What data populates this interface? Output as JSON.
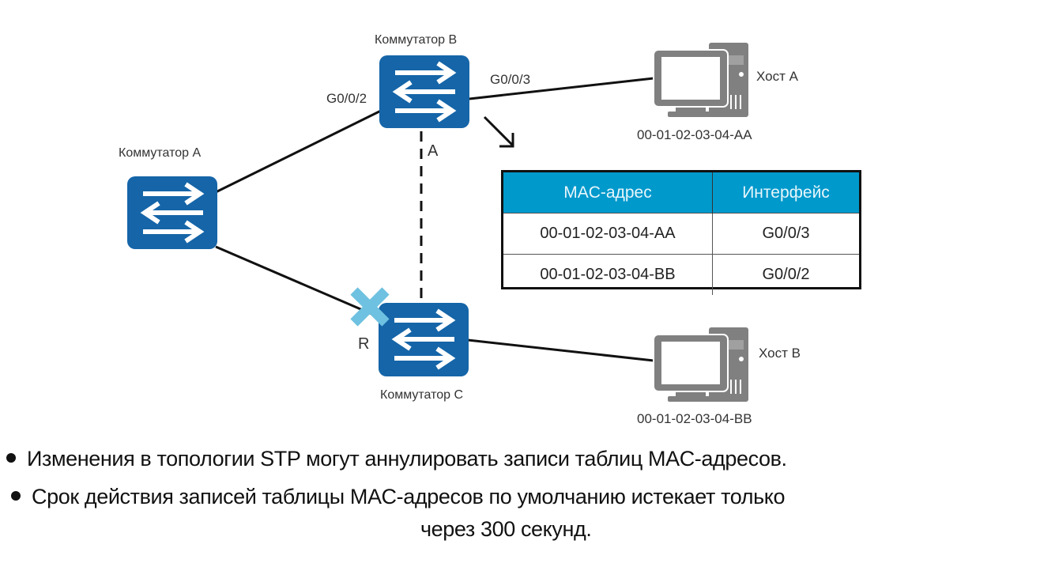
{
  "colors": {
    "switch_fill": "#1565a8",
    "host_gray": "#808080",
    "table_header": "#0099cc",
    "blocked_x": "#6ec1e0",
    "link": "#111111"
  },
  "switches": {
    "a": {
      "label": "Коммутатор A"
    },
    "b": {
      "label": "Коммутатор B"
    },
    "c": {
      "label": "Коммутатор C"
    }
  },
  "ports": {
    "b_g002": "G0/0/2",
    "b_g003": "G0/0/3",
    "alternate": "A",
    "root": "R"
  },
  "hosts": {
    "a": {
      "label": "Хост A",
      "mac": "00-01-02-03-04-AA"
    },
    "b": {
      "label": "Хост B",
      "mac": "00-01-02-03-04-BB"
    }
  },
  "mac_table": {
    "headers": [
      "MAC-адрес",
      "Интерфейс"
    ],
    "rows": [
      [
        "00-01-02-03-04-AA",
        "G0/0/3"
      ],
      [
        "00-01-02-03-04-BB",
        "G0/0/2"
      ]
    ]
  },
  "bullets": [
    "Изменения в топологии STP могут аннулировать записи таблиц MAC-адресов.",
    "Срок действия записей таблицы MAC-адресов по умолчанию истекает только",
    "через 300 секунд."
  ]
}
